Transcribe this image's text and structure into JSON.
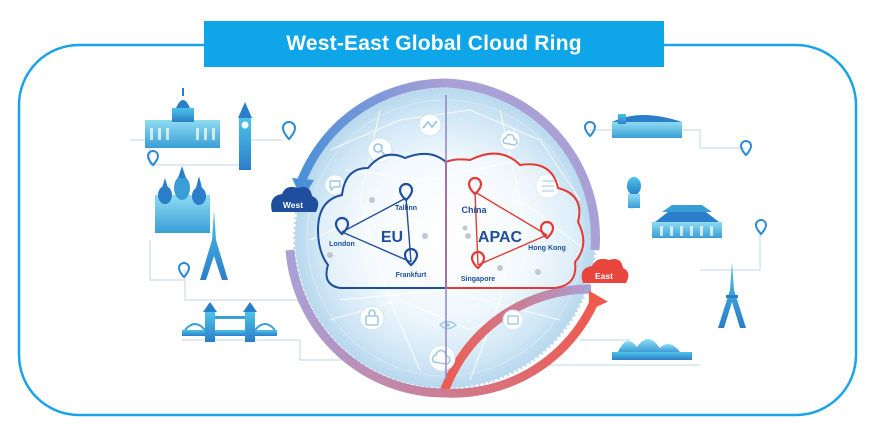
{
  "title": "West-East Global Cloud Ring",
  "labels": {
    "west": "West",
    "east": "East",
    "eu": "EU",
    "apac": "APAC"
  },
  "eu_cities": {
    "tallinn": "Tallinn",
    "london": "London",
    "frankfurt": "Frankfurt"
  },
  "apac_cities": {
    "china": "China",
    "hong_kong": "Hong Kong",
    "singapore": "Singapore"
  },
  "colors": {
    "frame": "#1aa3e8",
    "title_bg": "#0ea5e9",
    "eu": "#1f4e9c",
    "apac": "#e53935",
    "west_tag": "#1f4e9c",
    "east_tag": "#e8453c",
    "ring": "#8e86c4"
  },
  "icons": {
    "left_landmarks": [
      "parliament-icon",
      "big-ben-icon",
      "st-basils-icon",
      "eiffel-tower-icon",
      "tower-bridge-icon"
    ],
    "right_landmarks": [
      "marina-bay-icon",
      "merlion-icon",
      "forbidden-city-icon",
      "tokyo-tower-icon",
      "sydney-opera-icon"
    ],
    "globe_symbols": [
      "search-icon",
      "trend-icon",
      "cloud-icon",
      "lock-icon",
      "chat-icon",
      "list-icon",
      "eye-icon",
      "server-icon"
    ]
  }
}
